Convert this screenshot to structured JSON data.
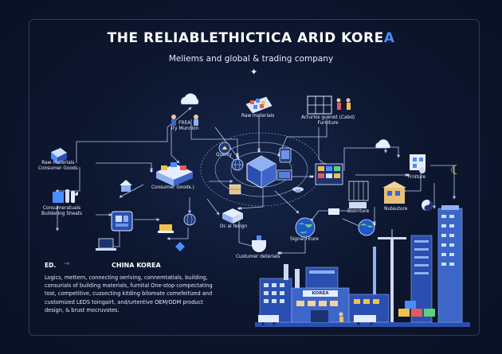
{
  "header": {
    "title_main": "THE RELIABLETHICTICA ARID KORE",
    "title_accent": "A",
    "subtitle": "Meliems and global & trading company"
  },
  "nodes": {
    "frea": "FREA\nTry Munnion",
    "raw_materials_top": "Raw materials",
    "acturios": "Acturios guenet (Cabd)\nFurniture",
    "quarry": "Quarry",
    "raw_consumer": "Raw materials\nConsumer Goods",
    "consumer_goods": "Consumer Goods.)",
    "consumeratuals": "Consumeratuals\nBuildering Sheats",
    "frniture": "Frniture",
    "distriture": "Distriture",
    "nuteuture": "Nuteuture",
    "dcal_fesign": "Dc al fesign",
    "signal_fiture": "Signal Fiture",
    "custumer_deterials": "Custumer deterials"
  },
  "info": {
    "corner_label": "ED.",
    "corner_arrow": "→",
    "china_label": "CHINA KOREA",
    "description_lines": [
      "Logics, mettern, connecting oerlving, connemtatials, building,",
      "consurials of building materials, furnital One-stop compectating",
      "tost,  competitive, cussecting kitding bilomate comefeitized and",
      "customized LEDS toingairt, and/urtentive OEM/ODM product",
      "design, & brust mocruvotes."
    ]
  },
  "factory": {
    "sign": "KOREA"
  },
  "colors": {
    "background": "#0a1124",
    "line": "#b9c8ee",
    "accent": "#4b8cff",
    "building": "#3d66c9",
    "building_light": "#8fb1f2"
  }
}
